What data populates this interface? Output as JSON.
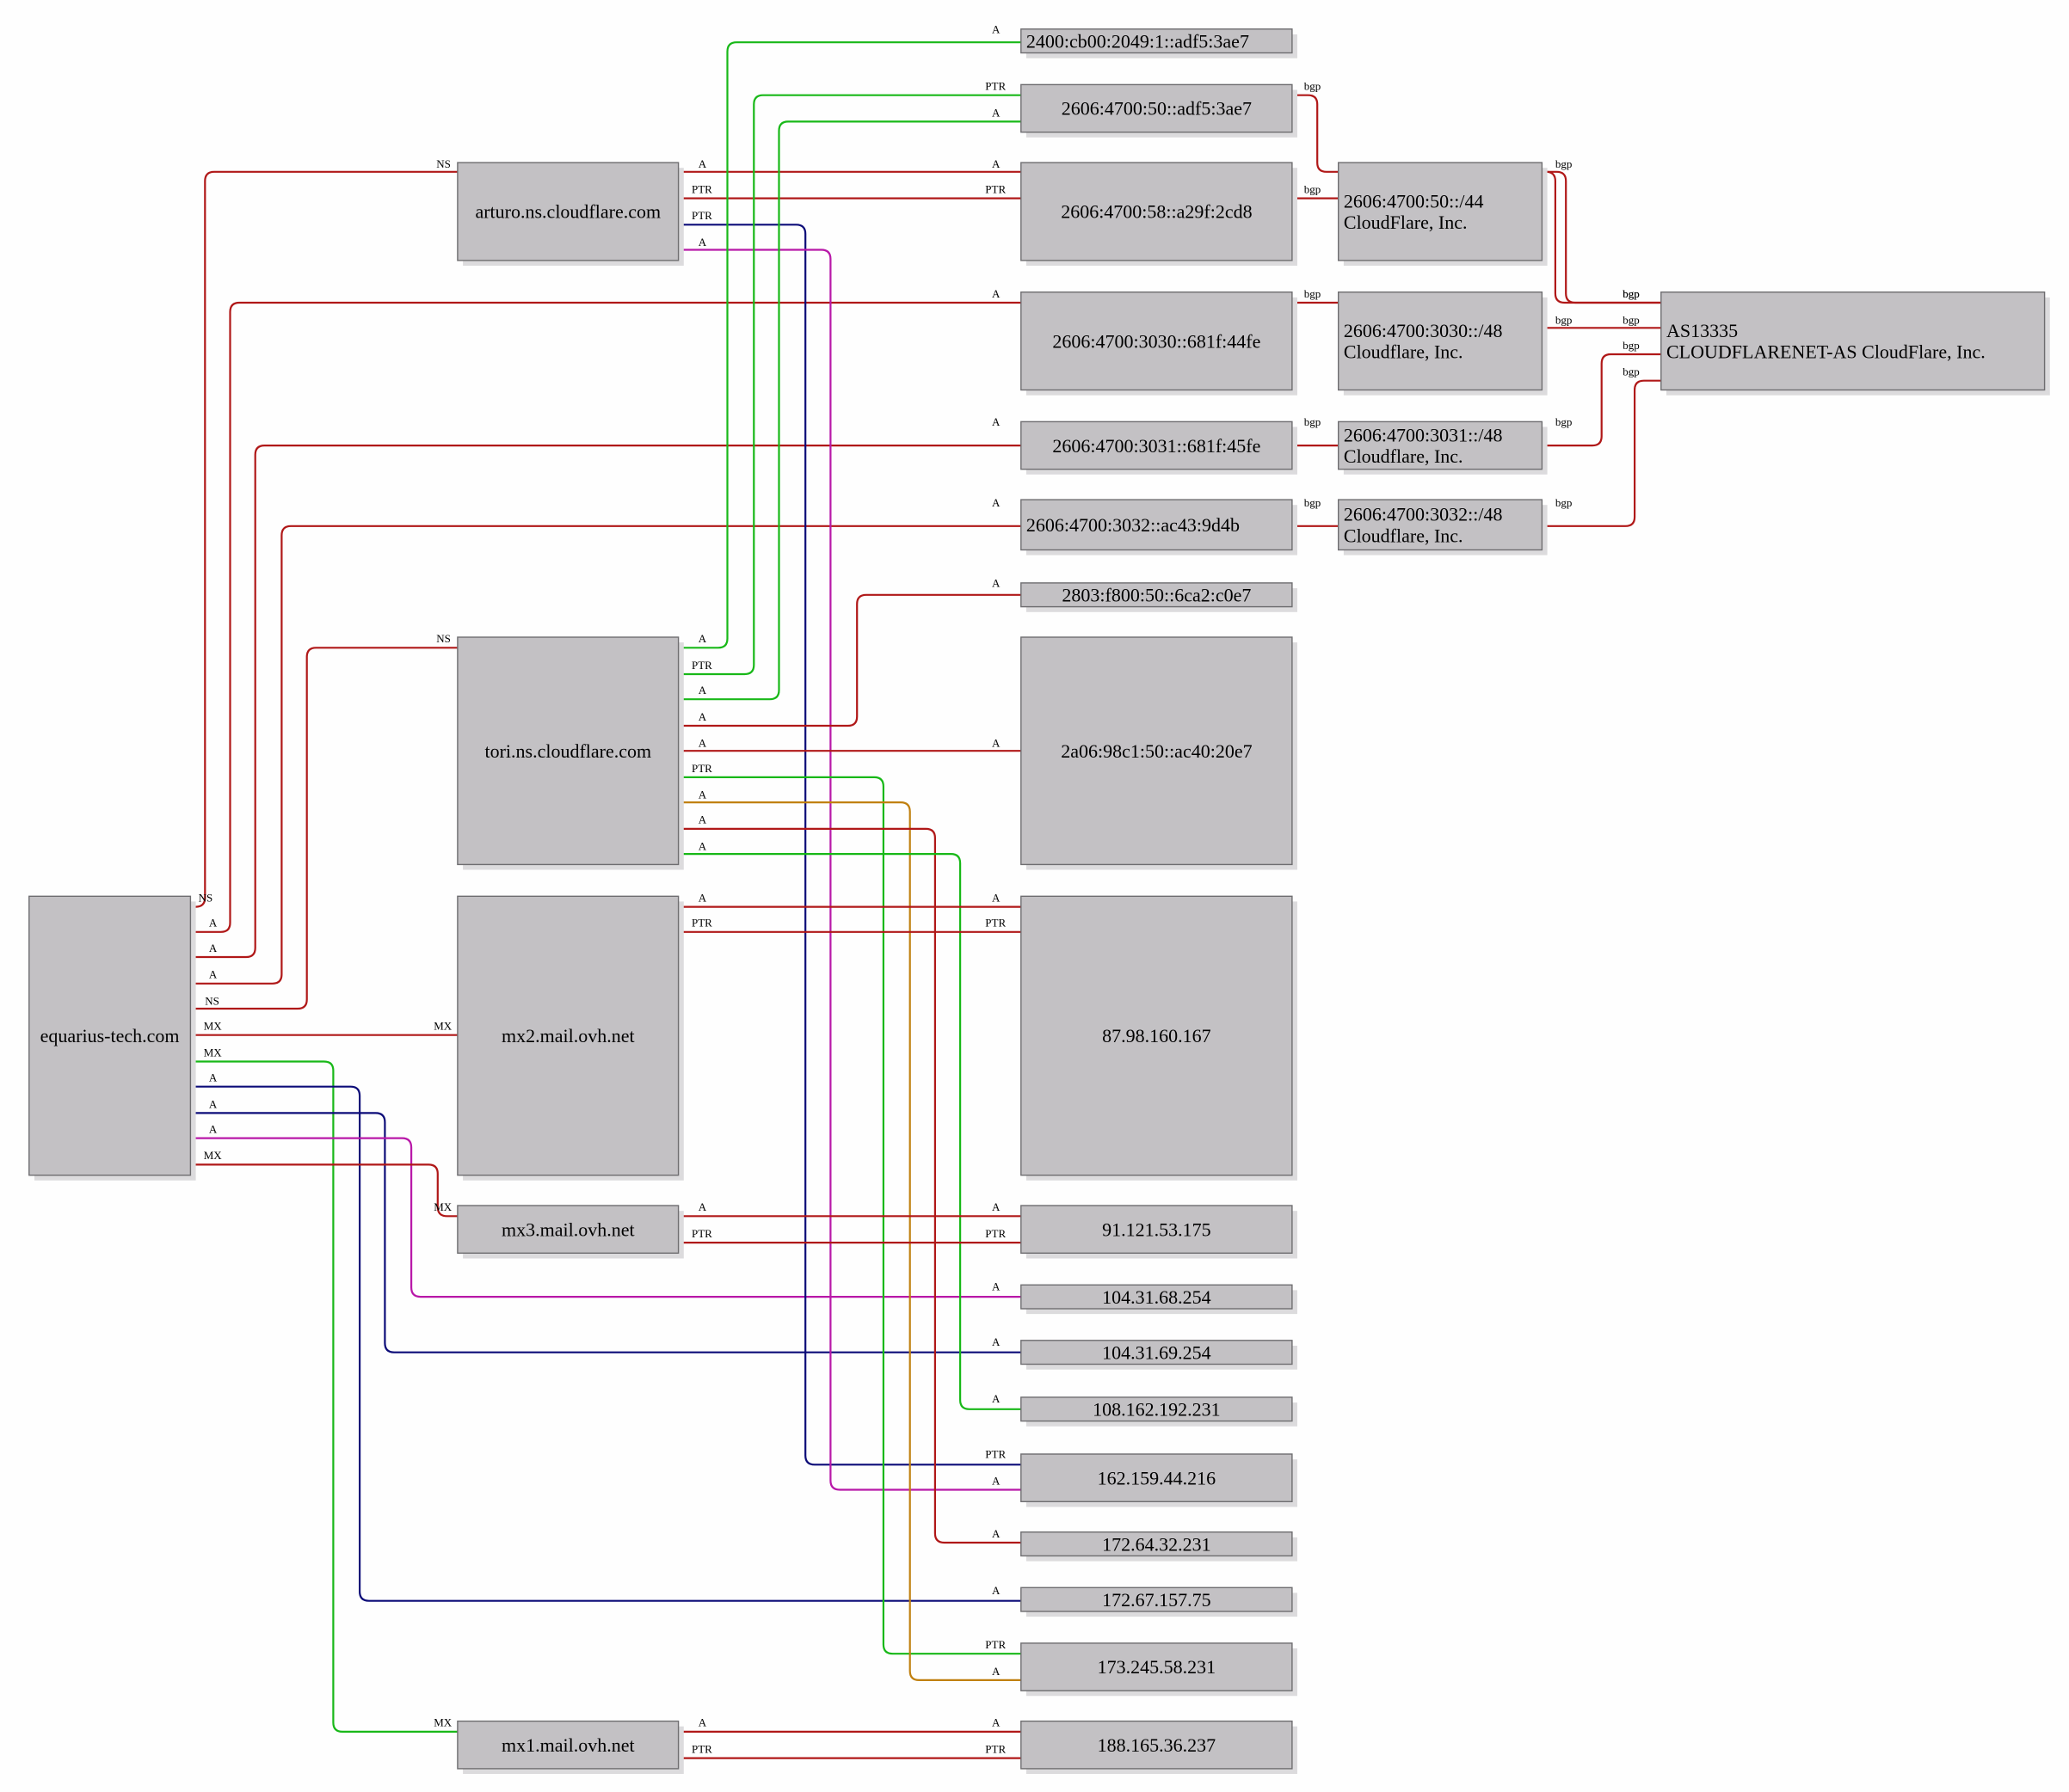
{
  "colors": {
    "red": "#b01818",
    "green": "#18b818",
    "navy": "#0c0c78",
    "magenta": "#b818a8",
    "orange": "#c08010",
    "node_fill": "#c3c1c4",
    "node_border": "#6e6d70"
  },
  "nodes": {
    "domain": "equarius-tech.com",
    "ns1": "arturo.ns.cloudflare.com",
    "ns2": "tori.ns.cloudflare.com",
    "mx2": "mx2.mail.ovh.net",
    "mx3": "mx3.mail.ovh.net",
    "mx1": "mx1.mail.ovh.net",
    "ip_2400": "2400:cb00:2049:1::adf5:3ae7",
    "ip_2606_50": "2606:4700:50::adf5:3ae7",
    "ip_2606_58": "2606:4700:58::a29f:2cd8",
    "ip_3030": "2606:4700:3030::681f:44fe",
    "ip_3031": "2606:4700:3031::681f:45fe",
    "ip_3032": "2606:4700:3032::ac43:9d4b",
    "ip_2803": "2803:f800:50::6ca2:c0e7",
    "ip_2a06": "2a06:98c1:50::ac40:20e7",
    "ip_87": "87.98.160.167",
    "ip_91": "91.121.53.175",
    "ip_104_68": "104.31.68.254",
    "ip_104_69": "104.31.69.254",
    "ip_108": "108.162.192.231",
    "ip_162": "162.159.44.216",
    "ip_172_64": "172.64.32.231",
    "ip_172_67": "172.67.157.75",
    "ip_173": "173.245.58.231",
    "ip_188": "188.165.36.237",
    "pfx_50": [
      "2606:4700:50::/44",
      "CloudFlare, Inc."
    ],
    "pfx_3030": [
      "2606:4700:3030::/48",
      "Cloudflare, Inc."
    ],
    "pfx_3031": [
      "2606:4700:3031::/48",
      "Cloudflare, Inc."
    ],
    "pfx_3032": [
      "2606:4700:3032::/48",
      "Cloudflare, Inc."
    ],
    "asn": [
      "AS13335",
      "CLOUDFLARENET-AS CloudFlare, Inc."
    ]
  },
  "edges": [
    {
      "from": "domain",
      "to": "ns1",
      "label": "NS",
      "color": "red"
    },
    {
      "from": "domain",
      "to": "ip_3030",
      "label": "A",
      "color": "red"
    },
    {
      "from": "domain",
      "to": "ip_3031",
      "label": "A",
      "color": "red"
    },
    {
      "from": "domain",
      "to": "ip_3032",
      "label": "A",
      "color": "red"
    },
    {
      "from": "domain",
      "to": "ns2",
      "label": "NS",
      "color": "red"
    },
    {
      "from": "domain",
      "to": "mx2",
      "label": "MX",
      "color": "red"
    },
    {
      "from": "domain",
      "to": "mx1",
      "label": "MX",
      "color": "green"
    },
    {
      "from": "domain",
      "to": "ip_172_67",
      "label": "A",
      "color": "navy"
    },
    {
      "from": "domain",
      "to": "ip_104_69",
      "label": "A",
      "color": "navy"
    },
    {
      "from": "domain",
      "to": "ip_104_68",
      "label": "A",
      "color": "magenta"
    },
    {
      "from": "domain",
      "to": "mx3",
      "label": "MX",
      "color": "red"
    },
    {
      "from": "ns1",
      "to": "ip_2606_58",
      "label": "A",
      "color": "red"
    },
    {
      "from": "ns1",
      "to": "ip_2606_58",
      "label": "PTR",
      "color": "red"
    },
    {
      "from": "ns1",
      "to": "ip_162",
      "label": "PTR",
      "color": "navy"
    },
    {
      "from": "ns1",
      "to": "ip_162",
      "label": "A",
      "color": "magenta"
    },
    {
      "from": "ns2",
      "to": "ip_2400",
      "label": "A",
      "color": "green"
    },
    {
      "from": "ns2",
      "to": "ip_2606_50",
      "label": "PTR",
      "color": "green"
    },
    {
      "from": "ns2",
      "to": "ip_2606_50",
      "label": "A",
      "color": "green"
    },
    {
      "from": "ns2",
      "to": "ip_2803",
      "label": "A",
      "color": "red"
    },
    {
      "from": "ns2",
      "to": "ip_2a06",
      "label": "A",
      "color": "red"
    },
    {
      "from": "ns2",
      "to": "ip_173",
      "label": "PTR",
      "color": "green"
    },
    {
      "from": "ns2",
      "to": "ip_173",
      "label": "A",
      "color": "orange"
    },
    {
      "from": "ns2",
      "to": "ip_172_64",
      "label": "A",
      "color": "red"
    },
    {
      "from": "ns2",
      "to": "ip_108",
      "label": "A",
      "color": "green"
    },
    {
      "from": "mx2",
      "to": "ip_87",
      "label": "A",
      "color": "red"
    },
    {
      "from": "mx2",
      "to": "ip_87",
      "label": "PTR",
      "color": "red"
    },
    {
      "from": "mx3",
      "to": "ip_91",
      "label": "A",
      "color": "red"
    },
    {
      "from": "mx3",
      "to": "ip_91",
      "label": "PTR",
      "color": "red"
    },
    {
      "from": "mx1",
      "to": "ip_188",
      "label": "A",
      "color": "red"
    },
    {
      "from": "mx1",
      "to": "ip_188",
      "label": "PTR",
      "color": "red"
    },
    {
      "from": "ip_2606_50",
      "to": "asn",
      "label": "bgp",
      "color": "red"
    },
    {
      "from": "ip_2606_58",
      "to": "pfx_50",
      "label": "bgp",
      "color": "red"
    },
    {
      "from": "ip_3030",
      "to": "pfx_3030",
      "label": "bgp",
      "color": "red"
    },
    {
      "from": "ip_3031",
      "to": "pfx_3031",
      "label": "bgp",
      "color": "red"
    },
    {
      "from": "ip_3032",
      "to": "pfx_3032",
      "label": "bgp",
      "color": "red"
    },
    {
      "from": "pfx_50",
      "to": "asn",
      "label": "bgp",
      "color": "red"
    },
    {
      "from": "pfx_3030",
      "to": "asn",
      "label": "bgp",
      "color": "red"
    },
    {
      "from": "pfx_3031",
      "to": "asn",
      "label": "bgp",
      "color": "red"
    },
    {
      "from": "pfx_3032",
      "to": "asn",
      "label": "bgp",
      "color": "red"
    }
  ]
}
